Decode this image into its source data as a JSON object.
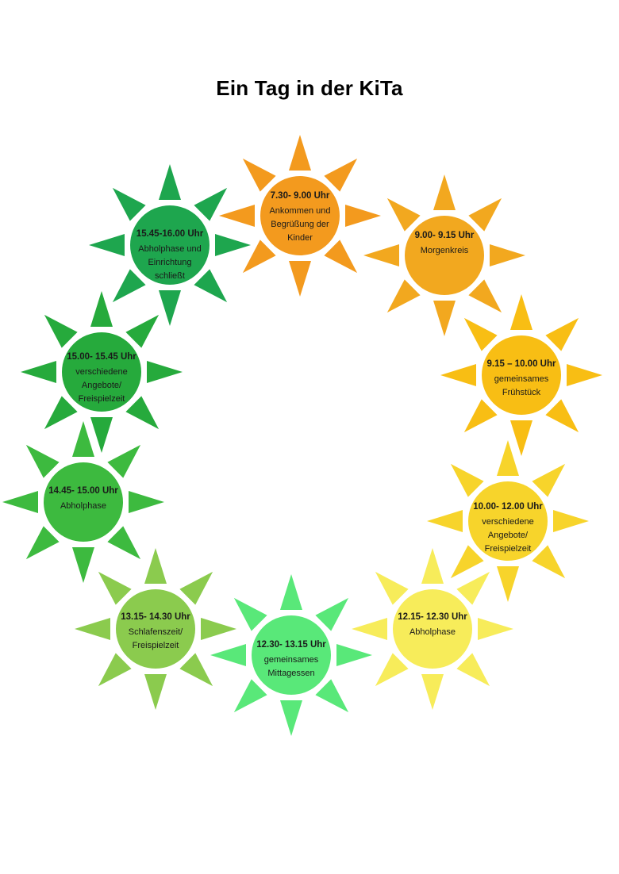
{
  "title": "Ein Tag in der KiTa",
  "suns": [
    {
      "time": "7.30- 9.00 Uhr",
      "lines": [
        "Ankommen und",
        "Begrüßung der",
        "Kinder"
      ],
      "color": "#F39A1E"
    },
    {
      "time": "9.00- 9.15 Uhr",
      "lines": [
        "Morgenkreis"
      ],
      "color": "#F2A81F"
    },
    {
      "time": "9.15 – 10.00 Uhr",
      "lines": [
        "gemeinsames",
        "Frühstück"
      ],
      "color": "#F8BE14"
    },
    {
      "time": "10.00- 12.00 Uhr",
      "lines": [
        "verschiedene",
        "Angebote/",
        "Freispielzeit"
      ],
      "color": "#F7D42B"
    },
    {
      "time": "12.15- 12.30 Uhr",
      "lines": [
        "Abholphase"
      ],
      "color": "#F7EC5A"
    },
    {
      "time": "12.30- 13.15 Uhr",
      "lines": [
        "gemeinsames",
        "Mittagessen"
      ],
      "color": "#59E879"
    },
    {
      "time": "13.15- 14.30 Uhr",
      "lines": [
        "Schlafenszeit/",
        "Freispielzeit"
      ],
      "color": "#8BCB4E"
    },
    {
      "time": "14.45- 15.00 Uhr",
      "lines": [
        "Abholphase"
      ],
      "color": "#3DBA3F"
    },
    {
      "time": "15.00- 15.45 Uhr",
      "lines": [
        "verschiedene",
        "Angebote/",
        "Freispielzeit"
      ],
      "color": "#26AA3C"
    },
    {
      "time": "15.45-16.00 Uhr",
      "lines": [
        "Abholphase und",
        "Einrichtung",
        "schließt"
      ],
      "color": "#1EA64E"
    }
  ]
}
